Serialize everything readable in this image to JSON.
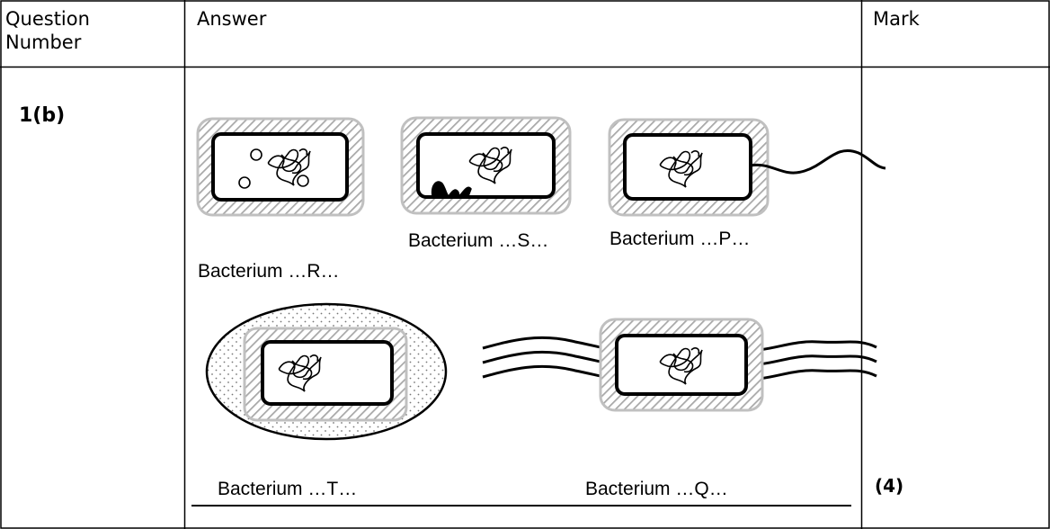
{
  "table": {
    "headers": {
      "question_number": "Question Number",
      "answer": "Answer",
      "mark": "Mark"
    },
    "row": {
      "question_number": "1(b)",
      "mark": "(4)"
    }
  },
  "diagram": {
    "labels": {
      "r": "Bacterium …R…",
      "s": "Bacterium …S…",
      "p": "Bacterium …P…",
      "t": "Bacterium …T…",
      "q": "Bacterium …Q…"
    }
  }
}
